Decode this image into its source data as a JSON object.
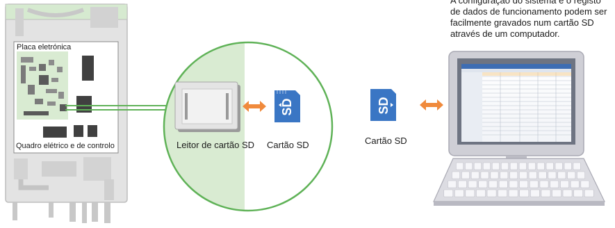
{
  "labels": {
    "board": "Placa eletrónica",
    "panel": "Quadro elétrico e de controlo",
    "reader": "Leitor de cartão SD",
    "card_left": "Cartão SD",
    "card_right": "Cartão SD"
  },
  "note": {
    "line1": "A configuração do sistema e o registo",
    "line2": "de dados de funcionamento podem ser",
    "line3": "facilmente gravados num cartão SD",
    "line4": "através de um computador."
  },
  "colors": {
    "green_light": "#d9ebd2",
    "green_line": "#5fb257",
    "unit_gray": "#c9c9c9",
    "chip_dark": "#404040",
    "sd_blue": "#3a76c4",
    "arrow_orange": "#f08a3c",
    "monitor_frame": "#cfcfd6"
  }
}
